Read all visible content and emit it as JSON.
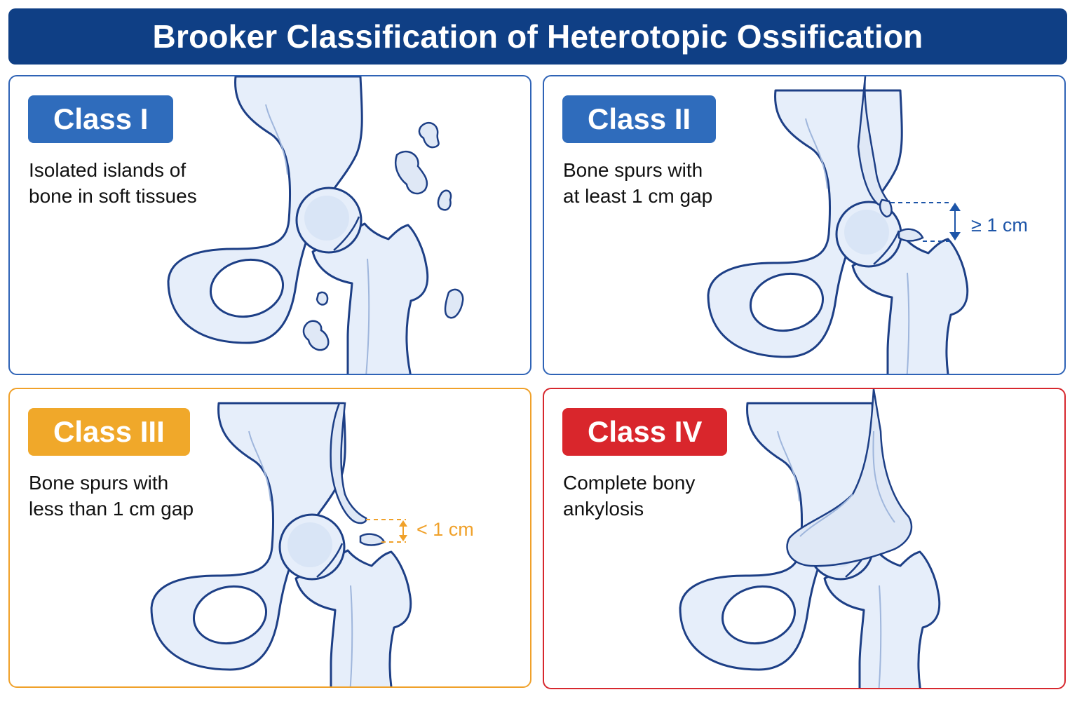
{
  "title": "Brooker Classification of Heterotopic Ossification",
  "colors": {
    "title_bg": "#0f3f85",
    "class_1": "#2f6cbc",
    "class_2": "#2f6cbc",
    "class_3": "#f0a82a",
    "class_4": "#d9262c",
    "bone_fill": "#e6eefa",
    "bone_outline": "#1d3f86"
  },
  "panels": [
    {
      "badge": "Class I",
      "description": [
        "Isolated islands of",
        "bone in soft tissues"
      ]
    },
    {
      "badge": "Class II",
      "description": [
        "Bone spurs with",
        "at least 1 cm gap"
      ],
      "measurement": "≥ 1 cm"
    },
    {
      "badge": "Class III",
      "description": [
        "Bone spurs with",
        "less than 1 cm gap"
      ],
      "measurement": "< 1 cm"
    },
    {
      "badge": "Class IV",
      "description": [
        "Complete bony",
        "ankylosis"
      ]
    }
  ]
}
